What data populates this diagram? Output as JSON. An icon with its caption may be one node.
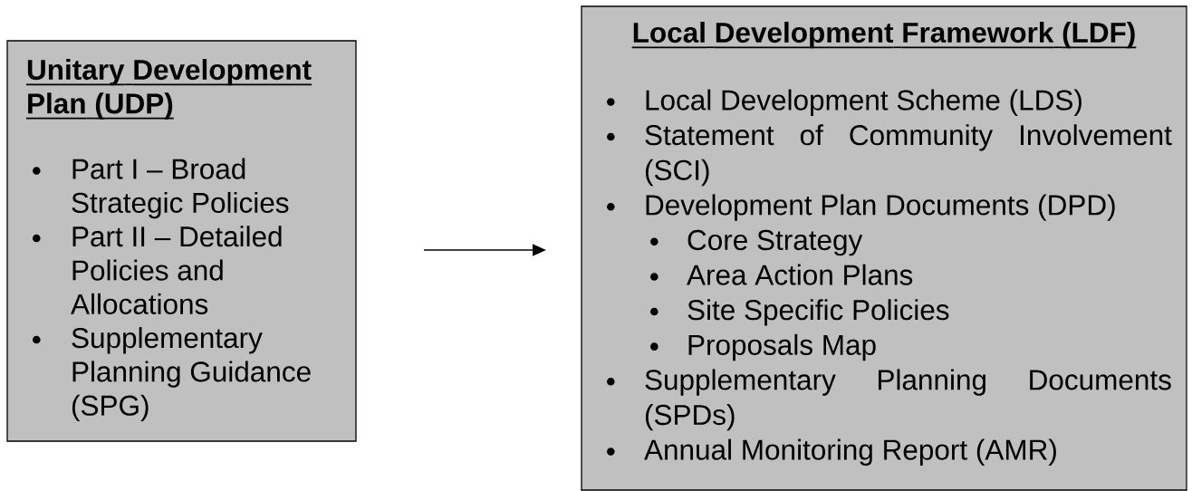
{
  "diagram": {
    "nodes": [
      {
        "text": [
          "Unitary Development Plan (UDP)",
          "Part I – Broad Strategic Policies",
          "Part II – Detailed Policies and Allocations",
          "Supplementary Planning Guidance (SPG)"
        ]
      },
      {
        "text": [
          "Local Development Framework (LDF)",
          "Local Development Scheme (LDS)",
          "Statement of Community Involvement (SCI)",
          "Development Plan Documents (DPD)",
          "Core Strategy",
          "Area Action Plans",
          "Site Specific Policies",
          "Proposals Map",
          "Supplementary Planning Documents (SPDs)",
          "Annual Monitoring Report (AMR)"
        ]
      }
    ],
    "edges": [
      {
        "from": 0,
        "to": 1,
        "arrow": "to"
      }
    ]
  }
}
